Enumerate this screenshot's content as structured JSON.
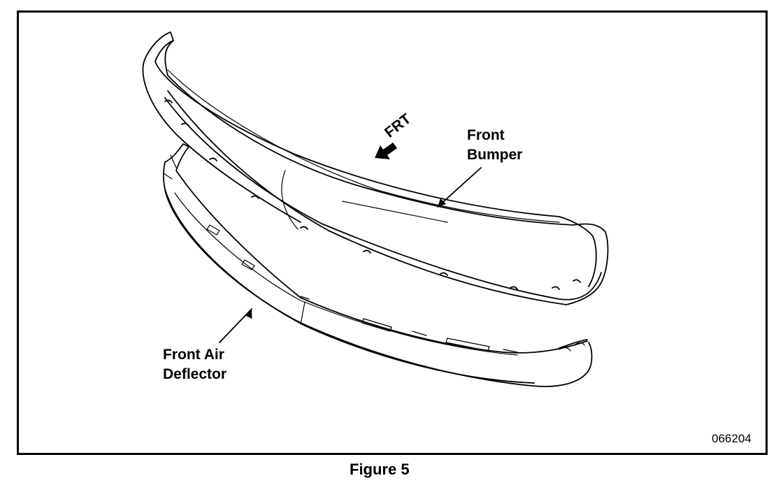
{
  "labels": {
    "front_bumper_line1": "Front",
    "front_bumper_line2": "Bumper",
    "front_air_deflector_line1": "Front Air",
    "front_air_deflector_line2": "Deflector",
    "direction": "FRT",
    "part_code": "066204"
  },
  "caption": "Figure 5",
  "colors": {
    "line": "#000000",
    "background": "#ffffff"
  }
}
